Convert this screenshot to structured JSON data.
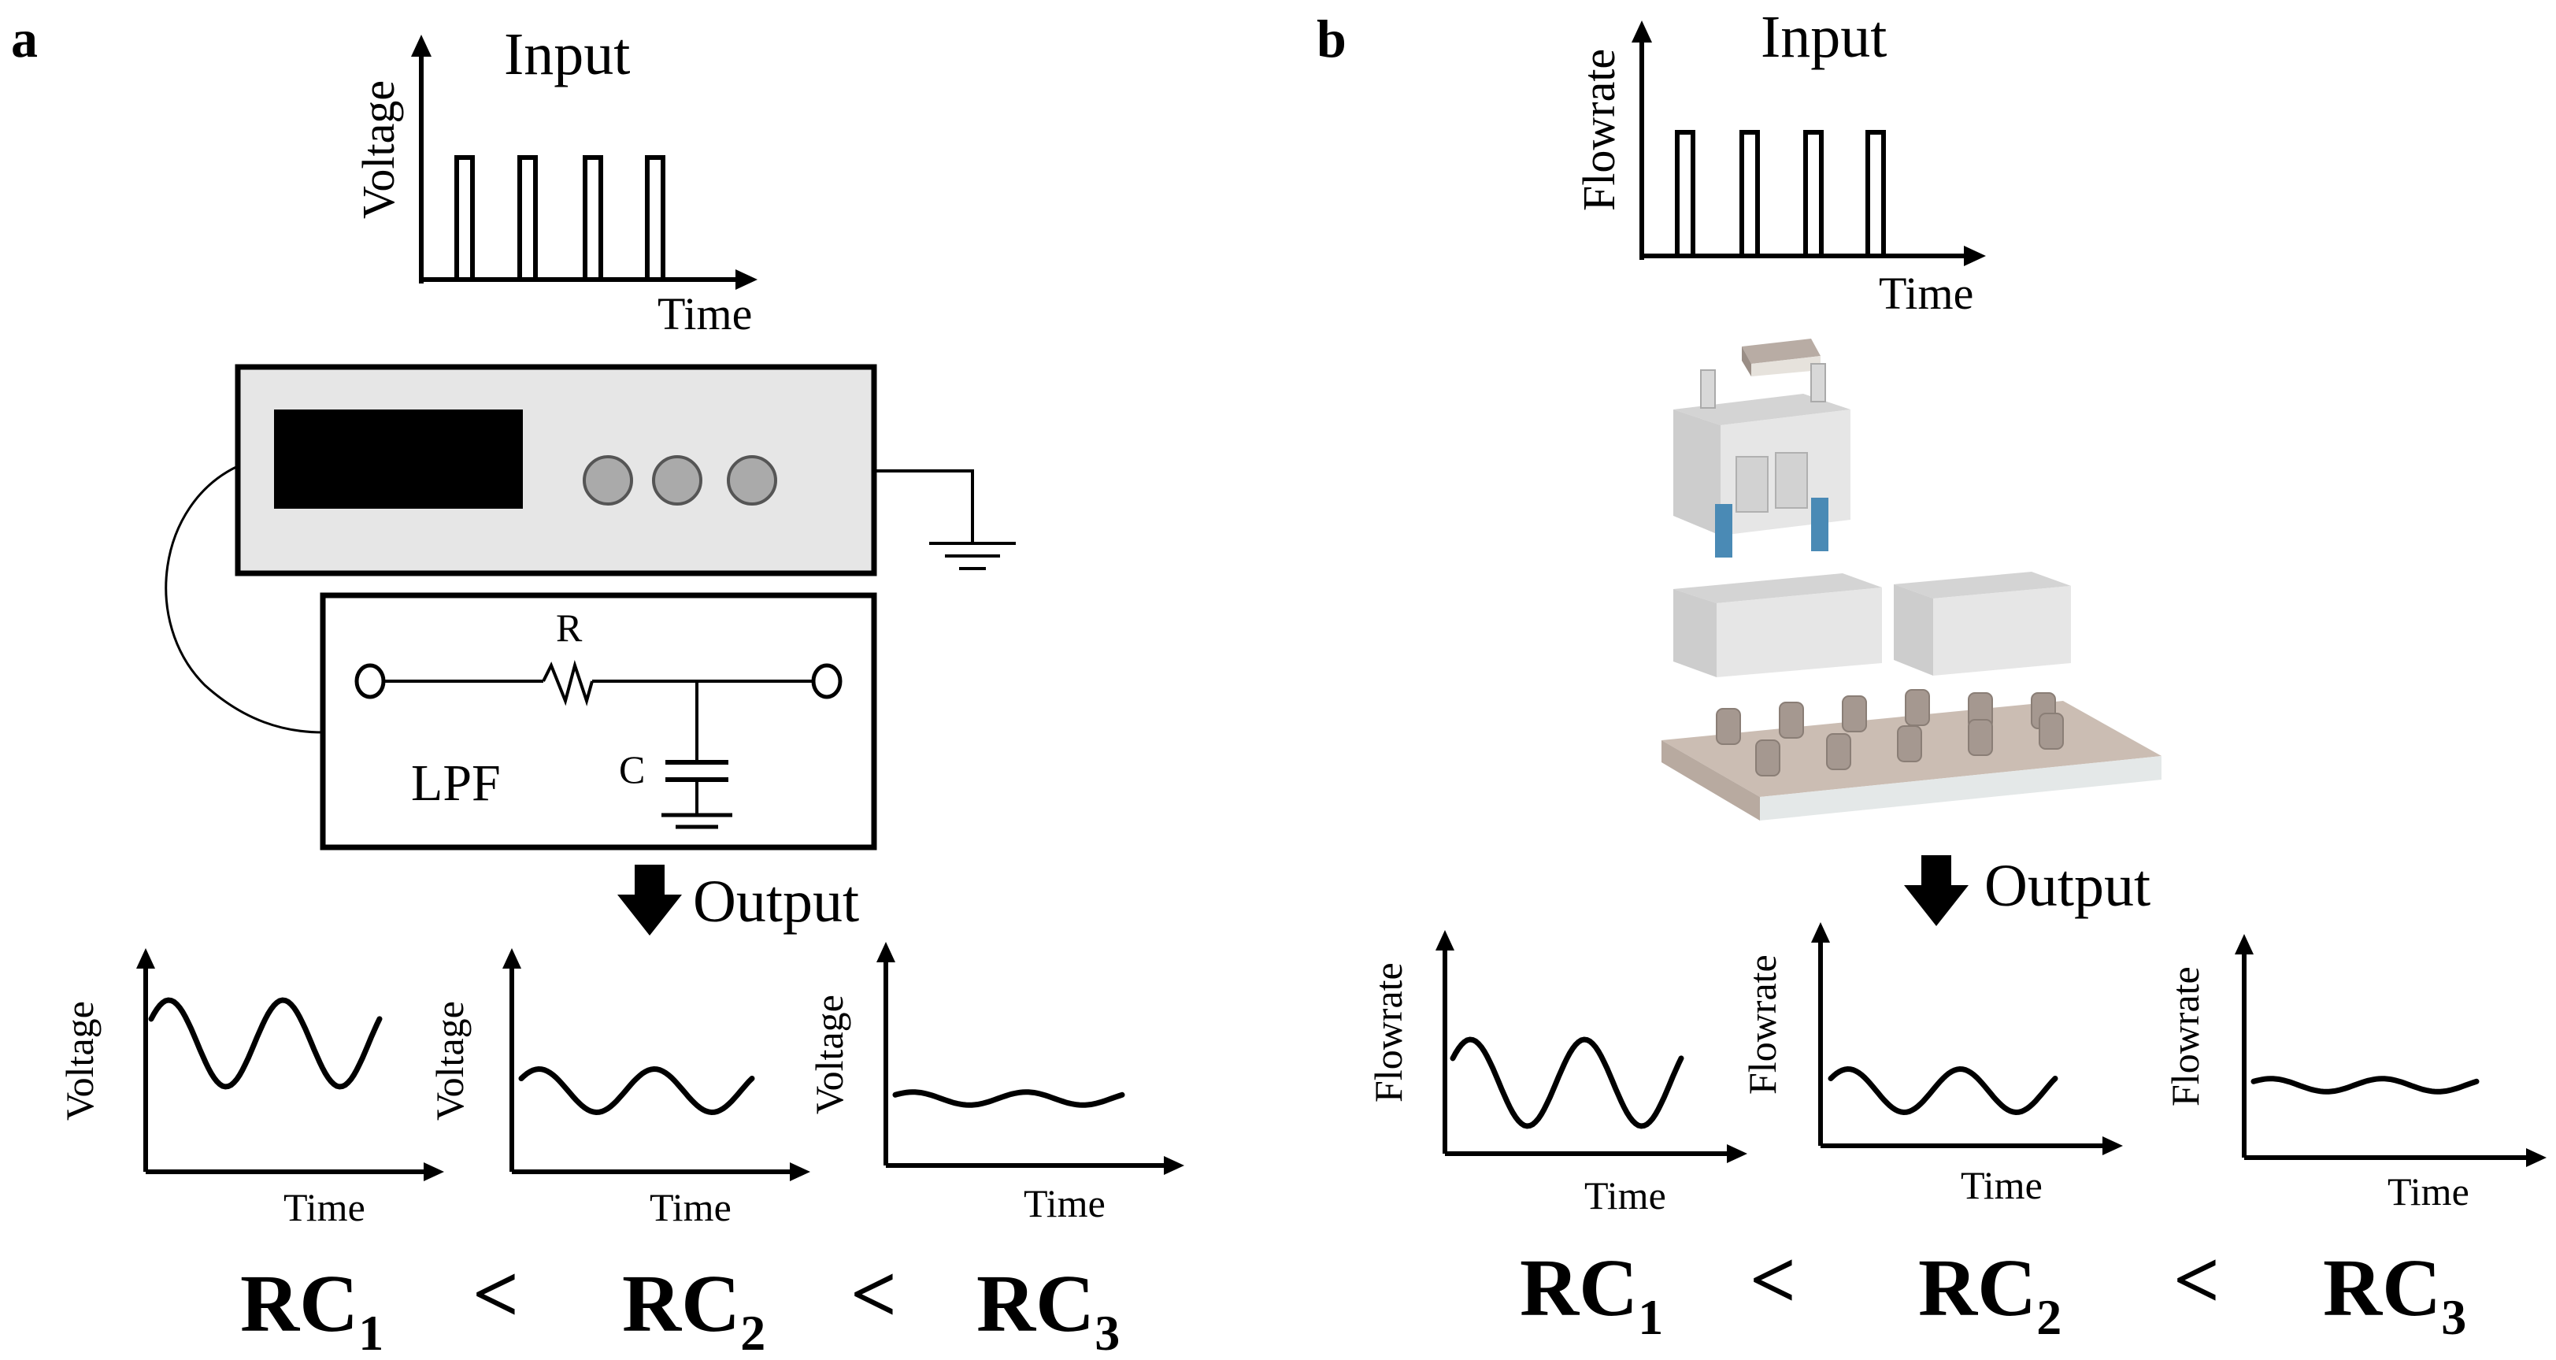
{
  "panel_a": {
    "letter": "a",
    "input_title": "Input",
    "input_ylabel": "Voltage",
    "input_xlabel": "Time",
    "resistor_label": "R",
    "capacitor_label": "C",
    "filter_label": "LPF",
    "output_label": "Output",
    "output_ylabel": "Voltage",
    "output_xlabel": "Time",
    "rc_labels": [
      "RC",
      "RC",
      "RC"
    ],
    "rc_subscripts": [
      "1",
      "2",
      "3"
    ],
    "comparator": "<"
  },
  "panel_b": {
    "letter": "b",
    "input_title": "Input",
    "input_ylabel": "Flowrate",
    "input_xlabel": "Time",
    "output_label": "Output",
    "output_ylabel": "Flowrate",
    "output_xlabel": "Time",
    "rc_labels": [
      "RC",
      "RC",
      "RC"
    ],
    "rc_subscripts": [
      "1",
      "2",
      "3"
    ],
    "comparator": "<"
  },
  "colors": {
    "device_body": "#e6e6e6",
    "display": "#000000",
    "knob": "#aaaaaa",
    "chip_body": "#dcdcdc",
    "tube": "#4a8ab5",
    "base_plate": "#cbbdb3"
  },
  "icons": [
    "down-arrow-icon",
    "ground-icon",
    "resistor-icon",
    "capacitor-icon"
  ],
  "output_amplitudes_relative": [
    1.0,
    0.5,
    0.15
  ]
}
